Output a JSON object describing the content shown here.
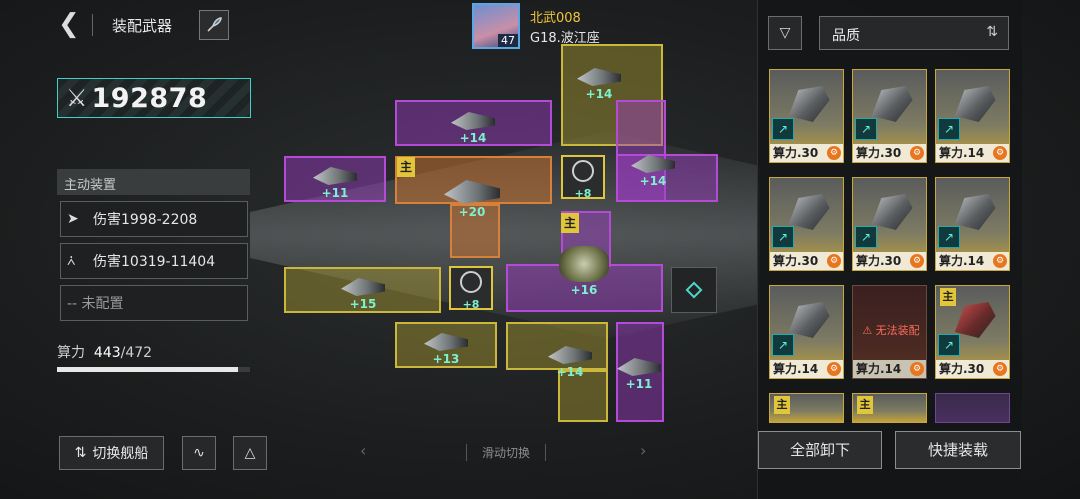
{
  "header": {
    "back_icon": "chevron-left-icon",
    "title": "装配武器",
    "rocket_icon": "rocket-icon"
  },
  "power": {
    "value": "192878",
    "icon": "crossed-swords-icon"
  },
  "active_devices": {
    "heading": "主动装置",
    "slots": [
      {
        "icon": "wing-icon",
        "label": "伤害1998-2208"
      },
      {
        "icon": "claw-icon",
        "label": "伤害10319-11404"
      },
      {
        "icon": "dash-icon",
        "label": "-- 未配置"
      }
    ]
  },
  "compute": {
    "label": "算力",
    "used": "443",
    "max": "/472",
    "fraction": 0.939
  },
  "bottom_left": {
    "switch_ship": "切换舰船",
    "icon_a": "wave-icon",
    "icon_b": "emblem-icon"
  },
  "player": {
    "name": "北武008",
    "location": "G18.波江座",
    "level": "47"
  },
  "grid": {
    "main_tag": "主",
    "weapons": [
      {
        "id": "w1",
        "level": "+14"
      },
      {
        "id": "w2",
        "level": "+14"
      },
      {
        "id": "w3",
        "level": "+11"
      },
      {
        "id": "w4",
        "level": "+20"
      },
      {
        "id": "w5",
        "level": "+8"
      },
      {
        "id": "w6",
        "level": "+14"
      },
      {
        "id": "w7",
        "level": "+15"
      },
      {
        "id": "w8",
        "level": "+8"
      },
      {
        "id": "w9",
        "level": "+16"
      },
      {
        "id": "w10",
        "level": "+13"
      },
      {
        "id": "w11",
        "level": "+14"
      },
      {
        "id": "w12",
        "level": "+11"
      }
    ],
    "slide_hint": "滑动切换"
  },
  "right_panel": {
    "filter_icon": "filter-icon",
    "sort_label": "品质",
    "sort_icon": "sort-icon",
    "cards": [
      {
        "foot": "算力.30",
        "main": false,
        "warn": ""
      },
      {
        "foot": "算力.30",
        "main": false,
        "warn": ""
      },
      {
        "foot": "算力.14",
        "main": false,
        "warn": ""
      },
      {
        "foot": "算力.30",
        "main": false,
        "warn": ""
      },
      {
        "foot": "算力.30",
        "main": false,
        "warn": ""
      },
      {
        "foot": "算力.14",
        "main": false,
        "warn": ""
      },
      {
        "foot": "算力.14",
        "main": false,
        "warn": ""
      },
      {
        "foot": "算力.14",
        "main": false,
        "warn": "无法装配"
      },
      {
        "foot": "算力.30",
        "main": true,
        "warn": ""
      }
    ],
    "unequip_all": "全部卸下",
    "quick_load": "快捷装载"
  }
}
